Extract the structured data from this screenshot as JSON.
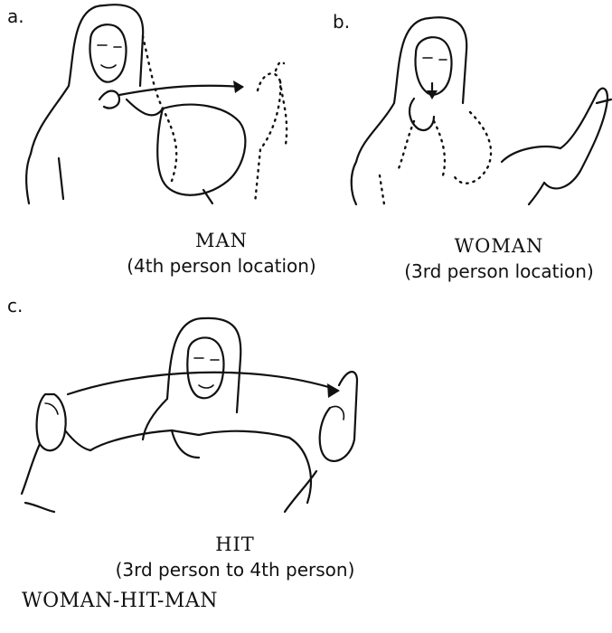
{
  "panels": {
    "a": {
      "label": "a.",
      "sign": "MAN",
      "note": "(4th person location)"
    },
    "b": {
      "label": "b.",
      "sign": "WOMAN",
      "note": "(3rd person location)"
    },
    "c": {
      "label": "c.",
      "sign": "HIT",
      "note": "(3rd person to 4th person)"
    }
  },
  "sentence": "WOMAN-HIT-MAN"
}
